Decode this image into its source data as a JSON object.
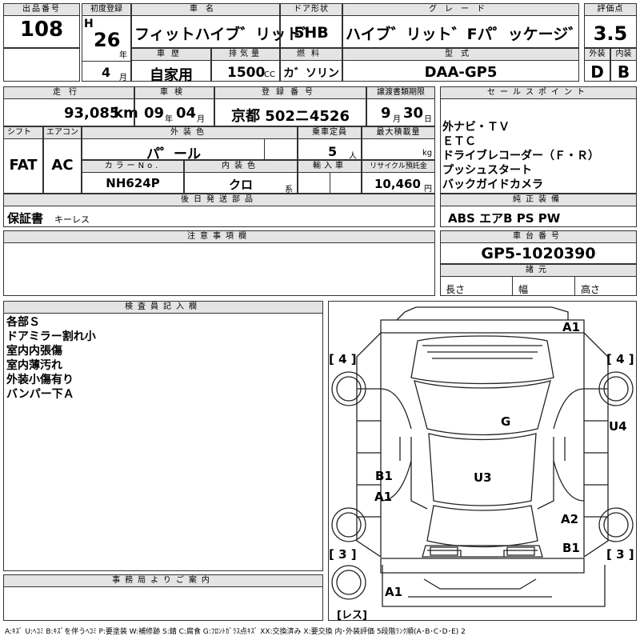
{
  "labels": {
    "lot_no": "出品番号",
    "first_reg": "初度登録",
    "model_name": "車名",
    "door": "ドア形状",
    "grade": "グレード",
    "score": "評価点",
    "history": "車歴",
    "displacement": "排気量",
    "fuel": "燃料",
    "model_code": "型式",
    "exterior": "外装",
    "interior": "内装",
    "mileage": "走行",
    "inspection": "車検",
    "reg_no": "登録番号",
    "transfer_deadline": "譲渡書類期限",
    "sales_point": "セールスポイント",
    "shift": "シフト",
    "aircon": "エアコン",
    "color": "外装色",
    "capacity": "乗車定員",
    "max_load": "最大積載量",
    "color_no": "カラーNo.",
    "interior_color": "内装色",
    "import": "輸入車",
    "recycle": "リサイクル預託金",
    "later_parts": "後日発送部品",
    "standard_equipment": "純正装備",
    "notes": "注意事項欄",
    "chassis": "車台番号",
    "dimensions": "諸元",
    "length": "長さ",
    "width": "幅",
    "height": "高さ",
    "inspector": "検査員記入欄",
    "office": "事務局よりご案内"
  },
  "vehicle": {
    "lot_no": "108",
    "era": "H",
    "year": "26",
    "year_unit": "年",
    "month": "4",
    "month_unit": "月",
    "model_name": "フィットハイブ゛リット゛",
    "door": "5HB",
    "grade": "ハイブ゛リット゛Fパ゜ッケージ゛",
    "score": "3.5",
    "history": "自家用",
    "displacement": "1500",
    "displacement_unit": "CC",
    "fuel": "カ゛ソリン",
    "model_code": "DAA-GP5",
    "exterior_grade": "D",
    "interior_grade": "B",
    "mileage": "93,085",
    "mileage_unit": "km",
    "inspection_year": "09",
    "inspection_year_unit": "年",
    "inspection_month": "04",
    "inspection_month_unit": "月",
    "reg_no": "京都 502ニ4526",
    "transfer_month": "9",
    "transfer_month_unit": "月",
    "transfer_day": "30",
    "transfer_day_unit": "日",
    "shift": "FAT",
    "aircon": "AC",
    "color": "パ゜ール",
    "capacity": "5",
    "capacity_unit": "人",
    "max_load_unit": "kg",
    "color_no": "NH624P",
    "interior_color": "クロ",
    "interior_color_unit": "系",
    "recycle": "10,460",
    "recycle_unit": "円",
    "later_parts": "保証書",
    "later_parts_small": "キーレス",
    "standard_equipment": "ABS エアB PS PW",
    "chassis": "GP5-1020390"
  },
  "sales_points": [
    "外ナビ・ＴＶ",
    "ＥＴＣ",
    "ドライブレコーダー（Ｆ・Ｒ）",
    "プッシュスタート",
    "バックガイドカメラ"
  ],
  "inspector_notes": [
    "各部Ｓ",
    "ドアミラー割れ小",
    "室内内張傷",
    "室内薄汚れ",
    "外装小傷有り",
    "バンパー下Ａ"
  ],
  "diagram": {
    "a1_top": "A1",
    "bracket_tl": "[ 4 ]",
    "bracket_tr": "[ 4 ]",
    "bracket_bl": "[ 3 ]",
    "bracket_br": "[ 3 ]",
    "g": "G",
    "u4": "U4",
    "b1_left": "B1",
    "u3": "U3",
    "a1_left": "A1",
    "a2": "A2",
    "b1_right": "B1",
    "a1_bottom": "A1",
    "spare": "[レス]"
  },
  "legend": "A:ｷｽﾞ U:ﾍｺﾐ B:ｷｽﾞを伴うﾍｺﾐ P:要塗装 W:補修跡 S:錆 C:腐食 G:ﾌﾛﾝﾄｶﾞﾗｽ点ｷｽﾞ XX:交換済み X:要交換 内･外装評価 5段階ﾗﾝｸ順(A･B･C･D･E) 2"
}
